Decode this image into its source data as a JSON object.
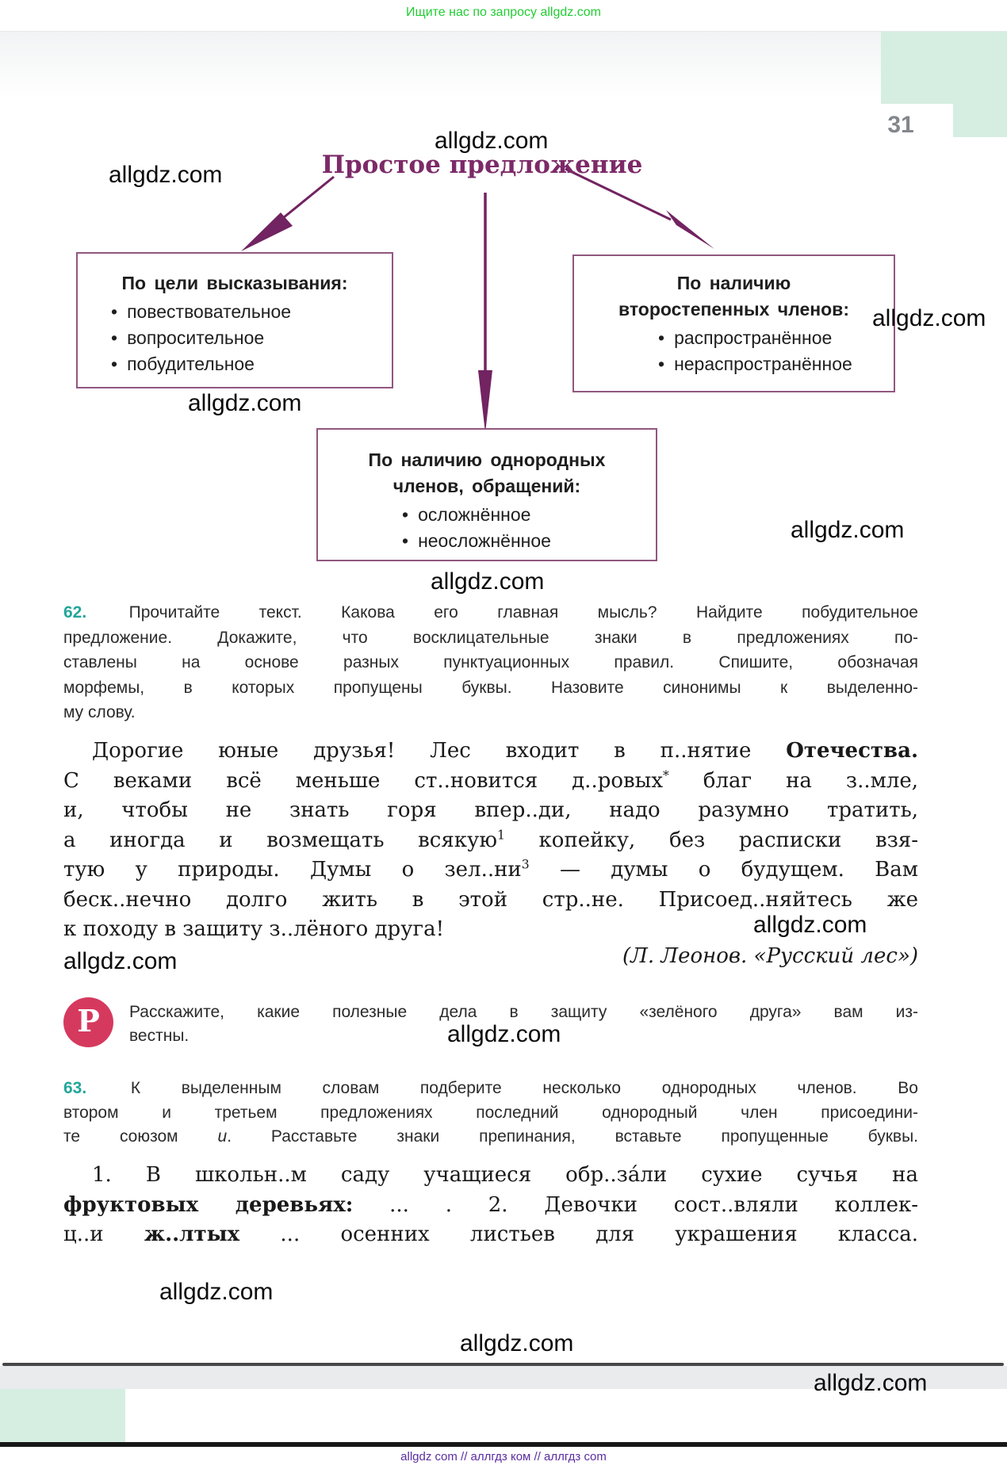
{
  "promo_bar": {
    "text": "Ищите нас по запросу allgdz.com"
  },
  "watermark": {
    "text": "allgdz.com"
  },
  "page": {
    "number": "31"
  },
  "colors": {
    "accent_purple": "#7c2a68",
    "exercise_number_teal": "#23a69a",
    "badge_crimson": "#d6395e",
    "promo_green": "#21cd32",
    "footer_violet": "#5b2da1",
    "mint_block": "#d6eee1"
  },
  "diagram": {
    "title": "Простое предложение",
    "boxes": [
      {
        "header_lines": [
          "По цели высказывания:"
        ],
        "items": [
          "повествовательное",
          "вопросительное",
          "побудительное"
        ]
      },
      {
        "header_lines": [
          "По наличию",
          "второстепенных членов:"
        ],
        "items": [
          "распространённое",
          "нераспространённое"
        ]
      },
      {
        "header_lines": [
          "По наличию однородных",
          "членов, обращений:"
        ],
        "items": [
          "осложнённое",
          "неосложнённое"
        ]
      }
    ]
  },
  "exercise62": {
    "lines": [
      {
        "j": 1,
        "segs": [
          {
            "t": "62.",
            "num": 1
          },
          {
            "t": " Прочитайте текст. Какова его главная мысль? Найдите побудительное"
          }
        ]
      },
      {
        "j": 1,
        "segs": [
          {
            "t": "предложение. Докажите, что восклицательные знаки в предложениях по-"
          }
        ]
      },
      {
        "j": 1,
        "segs": [
          {
            "t": "ставлены на основе разных пунктуационных правил. Спишите, обозначая"
          }
        ]
      },
      {
        "j": 1,
        "segs": [
          {
            "t": "морфемы, в которых пропущены буквы. Назовите синонимы к выделенно-"
          }
        ]
      },
      {
        "j": 0,
        "segs": [
          {
            "t": "му слову."
          }
        ]
      }
    ]
  },
  "passage": {
    "lines": [
      {
        "j": 1,
        "segs": [
          {
            "t": "Дорогие юные друзья! Лес входит в п..нятие "
          },
          {
            "t": "Отечества.",
            "b": 1
          }
        ]
      },
      {
        "j": 1,
        "segs": [
          {
            "t": "С веками всё меньше ст..новится д..ровых"
          },
          {
            "t": "*",
            "sup": 1
          },
          {
            "t": " благ на з..мле,"
          }
        ]
      },
      {
        "j": 1,
        "segs": [
          {
            "t": "и, чтобы не знать горя впер..ди, надо разумно тратить,"
          }
        ]
      },
      {
        "j": 1,
        "segs": [
          {
            "t": "а иногда и возмещать всякую"
          },
          {
            "t": "1",
            "sup": 1
          },
          {
            "t": " копейку, без расписки взя-"
          }
        ]
      },
      {
        "j": 1,
        "segs": [
          {
            "t": "тую у природы. Думы о зел..ни"
          },
          {
            "t": "3",
            "sup": 1
          },
          {
            "t": " — думы о будущем. Вам"
          }
        ]
      },
      {
        "j": 1,
        "segs": [
          {
            "t": "беск..нечно долго жить в этой стр..не. Присоед..няйтесь же"
          }
        ]
      },
      {
        "j": 0,
        "segs": [
          {
            "t": "к походу в защиту з..лёного друга!"
          }
        ]
      }
    ],
    "attribution": "(Л. Леонов. «Русский лес»)"
  },
  "speaking_task": {
    "badge": "Р",
    "lines": [
      {
        "j": 1,
        "segs": [
          {
            "t": "Расскажите, какие полезные дела в защиту «зелёного друга» вам из-"
          }
        ]
      },
      {
        "j": 0,
        "segs": [
          {
            "t": "вестны."
          }
        ]
      }
    ]
  },
  "exercise63": {
    "lines": [
      {
        "j": 1,
        "segs": [
          {
            "t": "63.",
            "num": 1
          },
          {
            "t": " К выделенным словам подберите несколько однородных членов. Во"
          }
        ]
      },
      {
        "j": 1,
        "segs": [
          {
            "t": "втором и третьем предложениях последний однородный член присоедини-"
          }
        ]
      },
      {
        "j": 1,
        "segs": [
          {
            "t": "те союзом "
          },
          {
            "t": "и",
            "i": 1
          },
          {
            "t": ". Расставьте знаки препинания, вставьте пропущенные буквы."
          }
        ]
      }
    ]
  },
  "sentences": {
    "lines": [
      {
        "j": 1,
        "segs": [
          {
            "t": "1. В школьн..м саду учащиеся обр..за́ли сухие сучья на"
          }
        ]
      },
      {
        "j": 1,
        "segs": [
          {
            "t": "фруктовых деревьях:",
            "b": 1
          },
          {
            "t": " ... . 2. Девочки сост..вляли коллек-"
          }
        ]
      },
      {
        "j": 1,
        "segs": [
          {
            "t": "ц..и "
          },
          {
            "t": "ж..лтых",
            "b": 1
          },
          {
            "t": " ... осенних листьев для украшения класса."
          }
        ]
      }
    ]
  },
  "footer": {
    "links": "allgdz com  //  аллгдз ком  //  аллгдз com"
  }
}
